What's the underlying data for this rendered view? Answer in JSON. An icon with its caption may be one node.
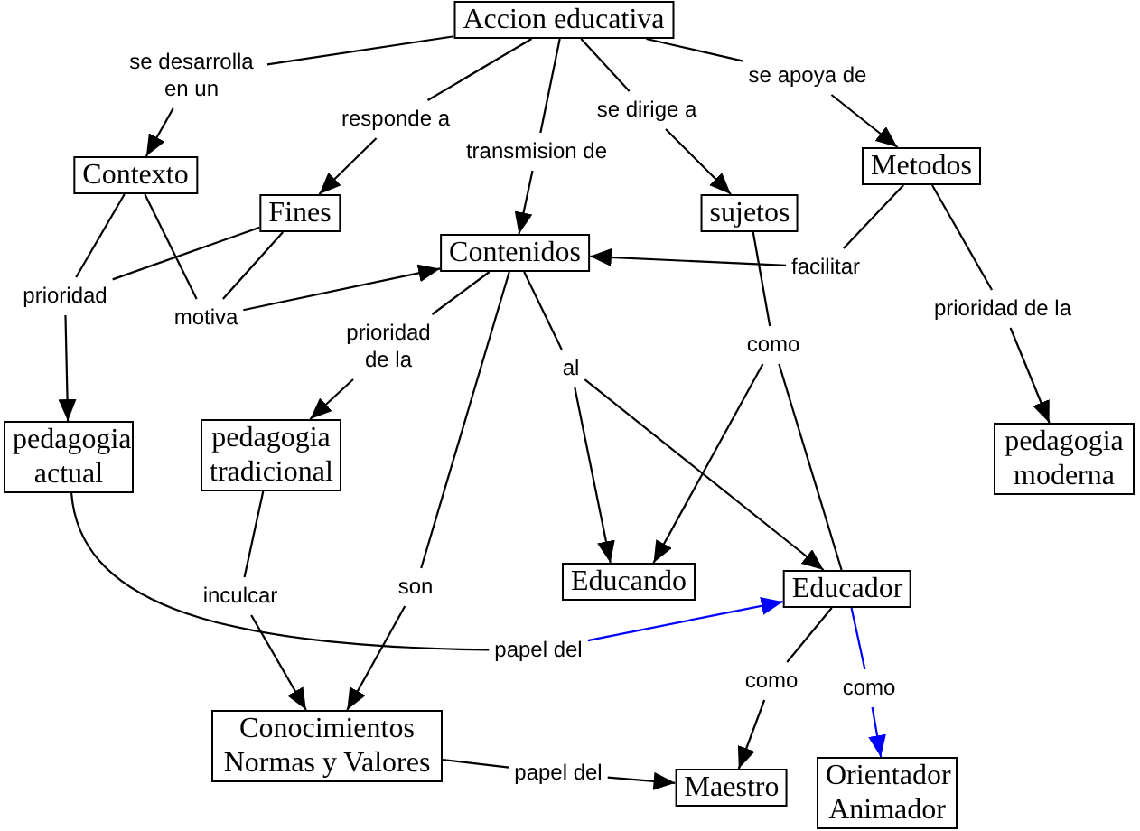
{
  "diagram": {
    "nodes": [
      {
        "text": [
          "Accion educativa"
        ]
      },
      {
        "text": [
          "se desarrolla en un"
        ]
      },
      {
        "text": [
          "se apoya de"
        ]
      },
      {
        "text": [
          "se dirige a"
        ]
      },
      {
        "text": [
          "responde a"
        ]
      },
      {
        "text": [
          "transmision de"
        ]
      },
      {
        "text": [
          "Metodos"
        ]
      },
      {
        "text": [
          "Contexto"
        ]
      },
      {
        "text": [
          "Fines"
        ]
      },
      {
        "text": [
          "sujetos"
        ]
      },
      {
        "text": [
          "Contenidos"
        ]
      },
      {
        "text": [
          "facilitar"
        ]
      },
      {
        "text": [
          "prioridad"
        ]
      },
      {
        "text": [
          "motiva"
        ]
      },
      {
        "text": [
          "prioridad de la"
        ]
      },
      {
        "text": [
          "como"
        ]
      },
      {
        "text": [
          "prioridad de la"
        ]
      },
      {
        "text": [
          "al"
        ]
      },
      {
        "text": [
          "pedagogia actual"
        ]
      },
      {
        "text": [
          "pedagogia tradicional"
        ]
      },
      {
        "text": [
          "pedagogia moderna"
        ]
      },
      {
        "text": [
          "Educando"
        ]
      },
      {
        "text": [
          "Educador"
        ]
      },
      {
        "text": [
          "son"
        ]
      },
      {
        "text": [
          "inculcar"
        ]
      },
      {
        "text": [
          "papel del"
        ]
      },
      {
        "text": [
          "como"
        ]
      },
      {
        "text": [
          "como"
        ]
      },
      {
        "text": [
          "Conocimientos Normas y Valores"
        ]
      },
      {
        "text": [
          "papel del"
        ]
      },
      {
        "text": [
          "Maestro"
        ]
      },
      {
        "text": [
          "Orientador Animador"
        ]
      }
    ],
    "edges": [
      {
        "from": 0,
        "to": 1,
        "arrow": "none"
      },
      {
        "from": 1,
        "to": 7,
        "arrow": "to"
      },
      {
        "from": 0,
        "to": 4,
        "arrow": "none"
      },
      {
        "from": 4,
        "to": 8,
        "arrow": "to"
      },
      {
        "from": 0,
        "to": 5,
        "arrow": "none"
      },
      {
        "from": 5,
        "to": 10,
        "arrow": "to"
      },
      {
        "from": 0,
        "to": 3,
        "arrow": "none"
      },
      {
        "from": 3,
        "to": 9,
        "arrow": "to"
      },
      {
        "from": 0,
        "to": 2,
        "arrow": "none"
      },
      {
        "from": 2,
        "to": 6,
        "arrow": "to"
      },
      {
        "from": 7,
        "to": 12,
        "arrow": "none"
      },
      {
        "from": 8,
        "to": 12,
        "arrow": "none"
      },
      {
        "from": 12,
        "to": 18,
        "arrow": "to"
      },
      {
        "from": 7,
        "to": 13,
        "arrow": "none"
      },
      {
        "from": 8,
        "to": 13,
        "arrow": "none"
      },
      {
        "from": 13,
        "to": 10,
        "arrow": "to"
      },
      {
        "from": 6,
        "to": 11,
        "arrow": "none"
      },
      {
        "from": 11,
        "to": 10,
        "arrow": "to"
      },
      {
        "from": 6,
        "to": 14,
        "arrow": "none"
      },
      {
        "from": 14,
        "to": 20,
        "arrow": "to"
      },
      {
        "from": 10,
        "to": 16,
        "arrow": "none"
      },
      {
        "from": 16,
        "to": 19,
        "arrow": "to"
      },
      {
        "from": 10,
        "to": 17,
        "arrow": "none"
      },
      {
        "from": 17,
        "to": 21,
        "arrow": "to"
      },
      {
        "from": 17,
        "to": 22,
        "arrow": "to"
      },
      {
        "from": 10,
        "to": 23,
        "arrow": "none"
      },
      {
        "from": 23,
        "to": 28,
        "arrow": "to"
      },
      {
        "from": 9,
        "to": 15,
        "arrow": "none"
      },
      {
        "from": 15,
        "to": 21,
        "arrow": "to"
      },
      {
        "from": 15,
        "to": 22,
        "arrow": "none"
      },
      {
        "from": 19,
        "to": 24,
        "arrow": "none"
      },
      {
        "from": 24,
        "to": 28,
        "arrow": "to"
      },
      {
        "from": 18,
        "to": 25,
        "arrow": "none"
      },
      {
        "from": 25,
        "to": 22,
        "arrow": "to",
        "color": "#0000ff"
      },
      {
        "from": 28,
        "to": 29,
        "arrow": "none"
      },
      {
        "from": 29,
        "to": 30,
        "arrow": "to"
      },
      {
        "from": 22,
        "to": 26,
        "arrow": "none"
      },
      {
        "from": 26,
        "to": 30,
        "arrow": "to"
      },
      {
        "from": 22,
        "to": 27,
        "arrow": "none",
        "color": "#0000ff"
      },
      {
        "from": 27,
        "to": 31,
        "arrow": "to",
        "color": "#0000ff"
      }
    ]
  }
}
